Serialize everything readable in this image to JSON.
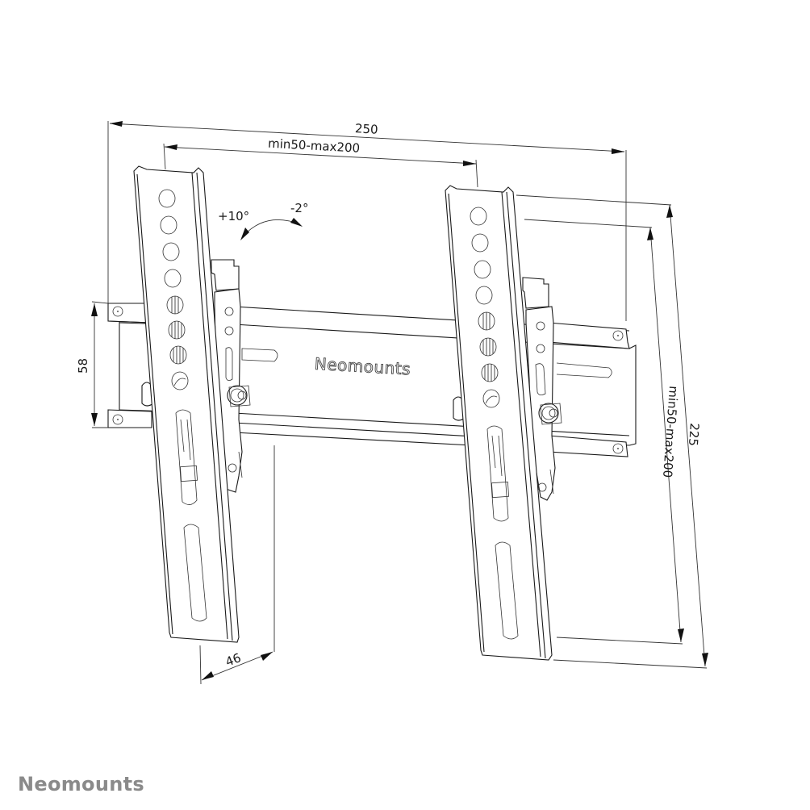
{
  "diagram": {
    "subject": "Tilting TV wall mount - dimensional drawing",
    "dimensions": {
      "overall_width": "250",
      "vesa_horizontal": "min50-max200",
      "overall_height": "225",
      "vesa_vertical": "min50-max200",
      "wall_plate_height": "58",
      "depth": "46"
    },
    "tilt": {
      "forward": "+10°",
      "backward": "-2°"
    },
    "wall_plate_logo": "Neomounts",
    "colors": {
      "line": "#1a1a1a",
      "background": "#ffffff",
      "footer_logo": "#8a8a8a"
    }
  },
  "footer": {
    "brand": "Neomounts"
  }
}
